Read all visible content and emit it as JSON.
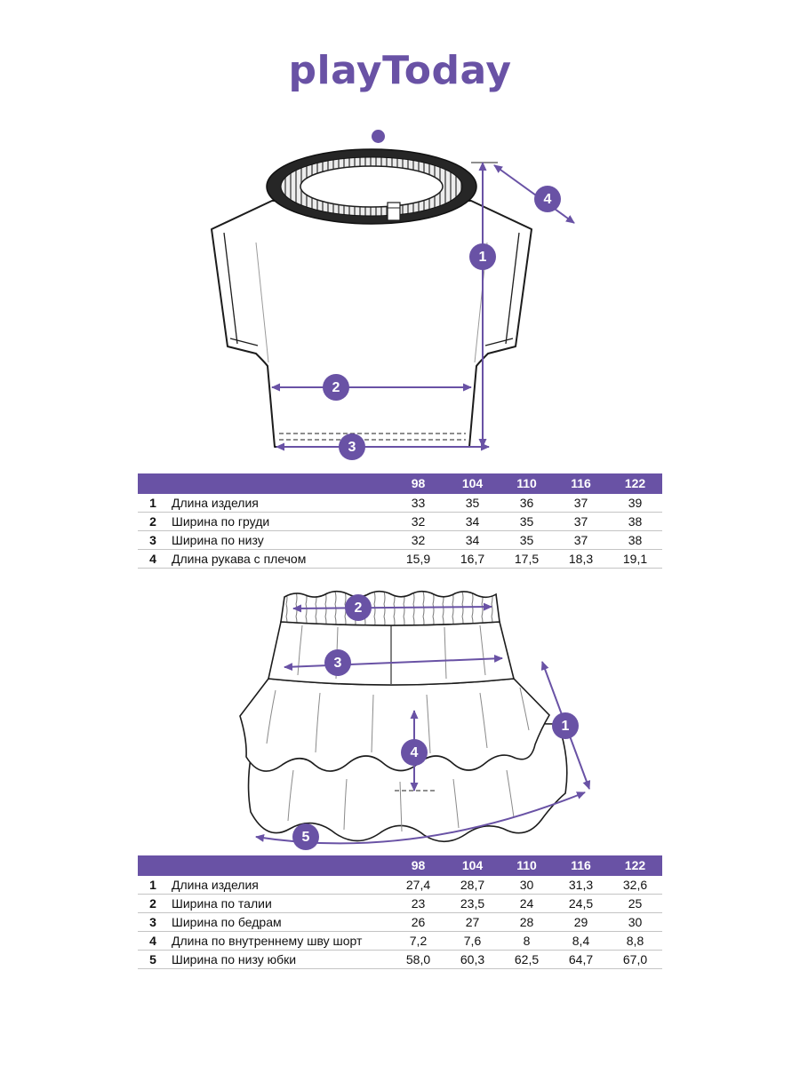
{
  "page": {
    "accent": "#6952a5",
    "background": "#ffffff"
  },
  "logo": {
    "text": "playToday"
  },
  "tshirt": {
    "markers": [
      "1",
      "2",
      "3",
      "4"
    ]
  },
  "skirt": {
    "markers": [
      "1",
      "2",
      "3",
      "4",
      "5"
    ]
  },
  "tshirt_table": {
    "sizes": [
      "98",
      "104",
      "110",
      "116",
      "122"
    ],
    "rows": [
      {
        "num": "1",
        "label": "Длина изделия",
        "values": [
          "33",
          "35",
          "36",
          "37",
          "39"
        ]
      },
      {
        "num": "2",
        "label": "Ширина по груди",
        "values": [
          "32",
          "34",
          "35",
          "37",
          "38"
        ]
      },
      {
        "num": "3",
        "label": "Ширина по низу",
        "values": [
          "32",
          "34",
          "35",
          "37",
          "38"
        ]
      },
      {
        "num": "4",
        "label": "Длина рукава с плечом",
        "values": [
          "15,9",
          "16,7",
          "17,5",
          "18,3",
          "19,1"
        ]
      }
    ]
  },
  "skirt_table": {
    "sizes": [
      "98",
      "104",
      "110",
      "116",
      "122"
    ],
    "rows": [
      {
        "num": "1",
        "label": "Длина изделия",
        "values": [
          "27,4",
          "28,7",
          "30",
          "31,3",
          "32,6"
        ]
      },
      {
        "num": "2",
        "label": "Ширина по талии",
        "values": [
          "23",
          "23,5",
          "24",
          "24,5",
          "25"
        ]
      },
      {
        "num": "3",
        "label": "Ширина по бедрам",
        "values": [
          "26",
          "27",
          "28",
          "29",
          "30"
        ]
      },
      {
        "num": "4",
        "label": "Длина по внутреннему шву шорт",
        "values": [
          "7,2",
          "7,6",
          "8",
          "8,4",
          "8,8"
        ]
      },
      {
        "num": "5",
        "label": "Ширина по низу юбки",
        "values": [
          "58,0",
          "60,3",
          "62,5",
          "64,7",
          "67,0"
        ]
      }
    ]
  }
}
